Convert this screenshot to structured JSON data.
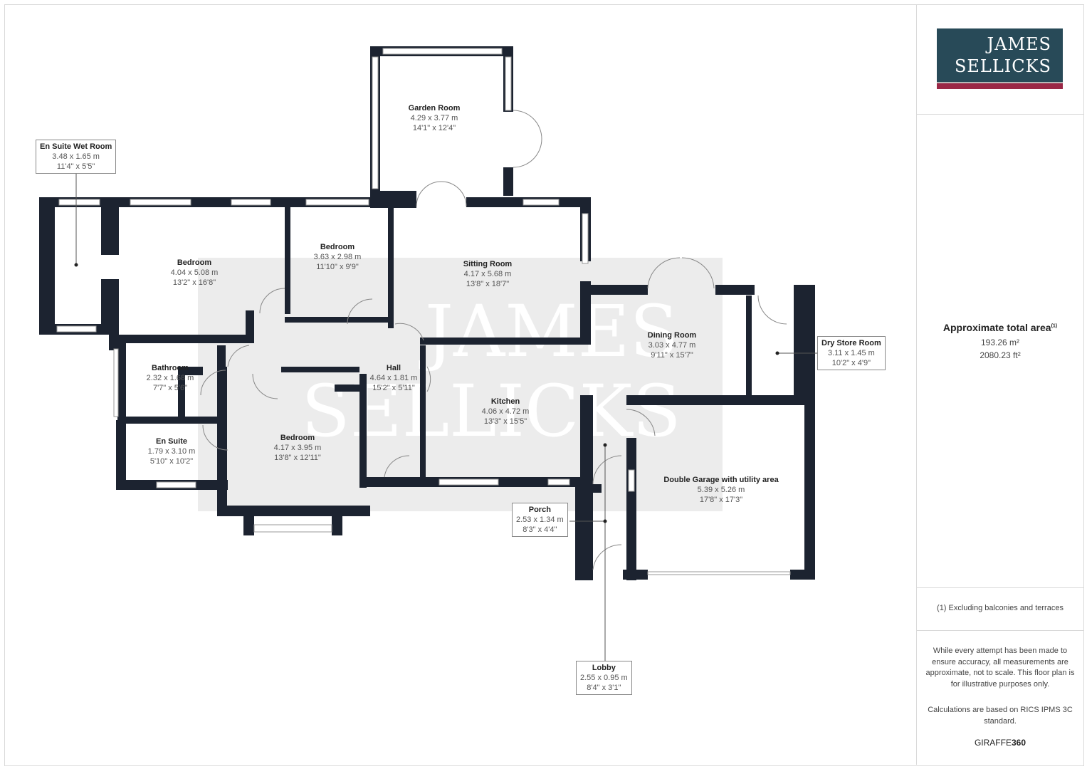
{
  "brand": {
    "line1": "JAMES",
    "line2": "SELLICKS",
    "watermark_line1": "JAMES",
    "watermark_line2": "SELLICKS",
    "colors": {
      "logo_bg": "#284a58",
      "logo_stripe": "#9a2746",
      "wall": "#1c2330"
    }
  },
  "summary": {
    "title": "Approximate total area",
    "footnote_mark": "(1)",
    "area_m2": "193.26 m²",
    "area_ft2": "2080.23 ft²"
  },
  "footnote": "(1) Excluding balconies and terraces",
  "disclaimer": "While every attempt has been made to ensure accuracy, all measurements are approximate, not to scale. This floor plan is for illustrative purposes only.",
  "calculation_note": "Calculations are based on RICS IPMS 3C standard.",
  "credit": {
    "a": "GIRAFFE",
    "b": "360"
  },
  "rooms": [
    {
      "name": "Garden Room",
      "metric": "4.29 x 3.77 m",
      "imperial": "14'1\" x 12'4\""
    },
    {
      "name": "Bedroom",
      "metric": "4.04 x 5.08 m",
      "imperial": "13'2\" x 16'8\""
    },
    {
      "name": "Bedroom",
      "metric": "3.63 x 2.98 m",
      "imperial": "11'10\" x 9'9\""
    },
    {
      "name": "Sitting Room",
      "metric": "4.17 x 5.68 m",
      "imperial": "13'8\" x 18'7\""
    },
    {
      "name": "Dining Room",
      "metric": "3.03 x 4.77 m",
      "imperial": "9'11\" x 15'7\""
    },
    {
      "name": "Bathroom",
      "metric": "2.32 x 1.68 m",
      "imperial": "7'7\" x 5'6\""
    },
    {
      "name": "Hall",
      "metric": "4.64 x 1.81 m",
      "imperial": "15'2\" x 5'11\""
    },
    {
      "name": "Kitchen",
      "metric": "4.06 x 4.72 m",
      "imperial": "13'3\" x 15'5\""
    },
    {
      "name": "En Suite",
      "metric": "1.79 x 3.10 m",
      "imperial": "5'10\" x 10'2\""
    },
    {
      "name": "Bedroom",
      "metric": "4.17 x 3.95 m",
      "imperial": "13'8\" x 12'11\""
    },
    {
      "name": "Double Garage with utility area",
      "metric": "5.39 x 5.26 m",
      "imperial": "17'8\" x 17'3\""
    }
  ],
  "callouts": [
    {
      "name": "En Suite Wet Room",
      "metric": "3.48 x 1.65 m",
      "imperial": "11'4\" x 5'5\""
    },
    {
      "name": "Dry Store Room",
      "metric": "3.11 x 1.45 m",
      "imperial": "10'2\" x 4'9\""
    },
    {
      "name": "Porch",
      "metric": "2.53 x 1.34 m",
      "imperial": "8'3\" x 4'4\""
    },
    {
      "name": "Lobby",
      "metric": "2.55 x 0.95 m",
      "imperial": "8'4\" x 3'1\""
    }
  ]
}
